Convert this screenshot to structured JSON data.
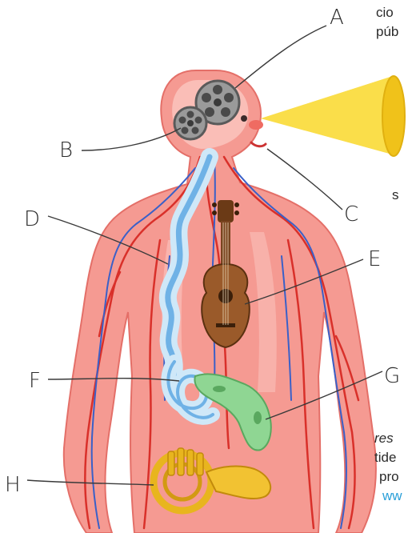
{
  "labels": {
    "a": "A",
    "b": "B",
    "c": "C",
    "d": "D",
    "e": "E",
    "f": "F",
    "g": "G",
    "h": "H"
  },
  "side_text": {
    "line1": "cio",
    "line2": "púb",
    "line3": "s",
    "line4": "res",
    "line5": "tide",
    "line6": "pro",
    "line7": "ww"
  },
  "colors": {
    "skin": "#f59a92",
    "skin_light": "#fbc7c1",
    "artery": "#d9302a",
    "vein": "#3a60c8",
    "light_beam": "#f7d21b",
    "guitar": "#9a5a2a",
    "horn": "#e8b51e",
    "mask": "#8fd693",
    "link": "#2a9fd8"
  }
}
